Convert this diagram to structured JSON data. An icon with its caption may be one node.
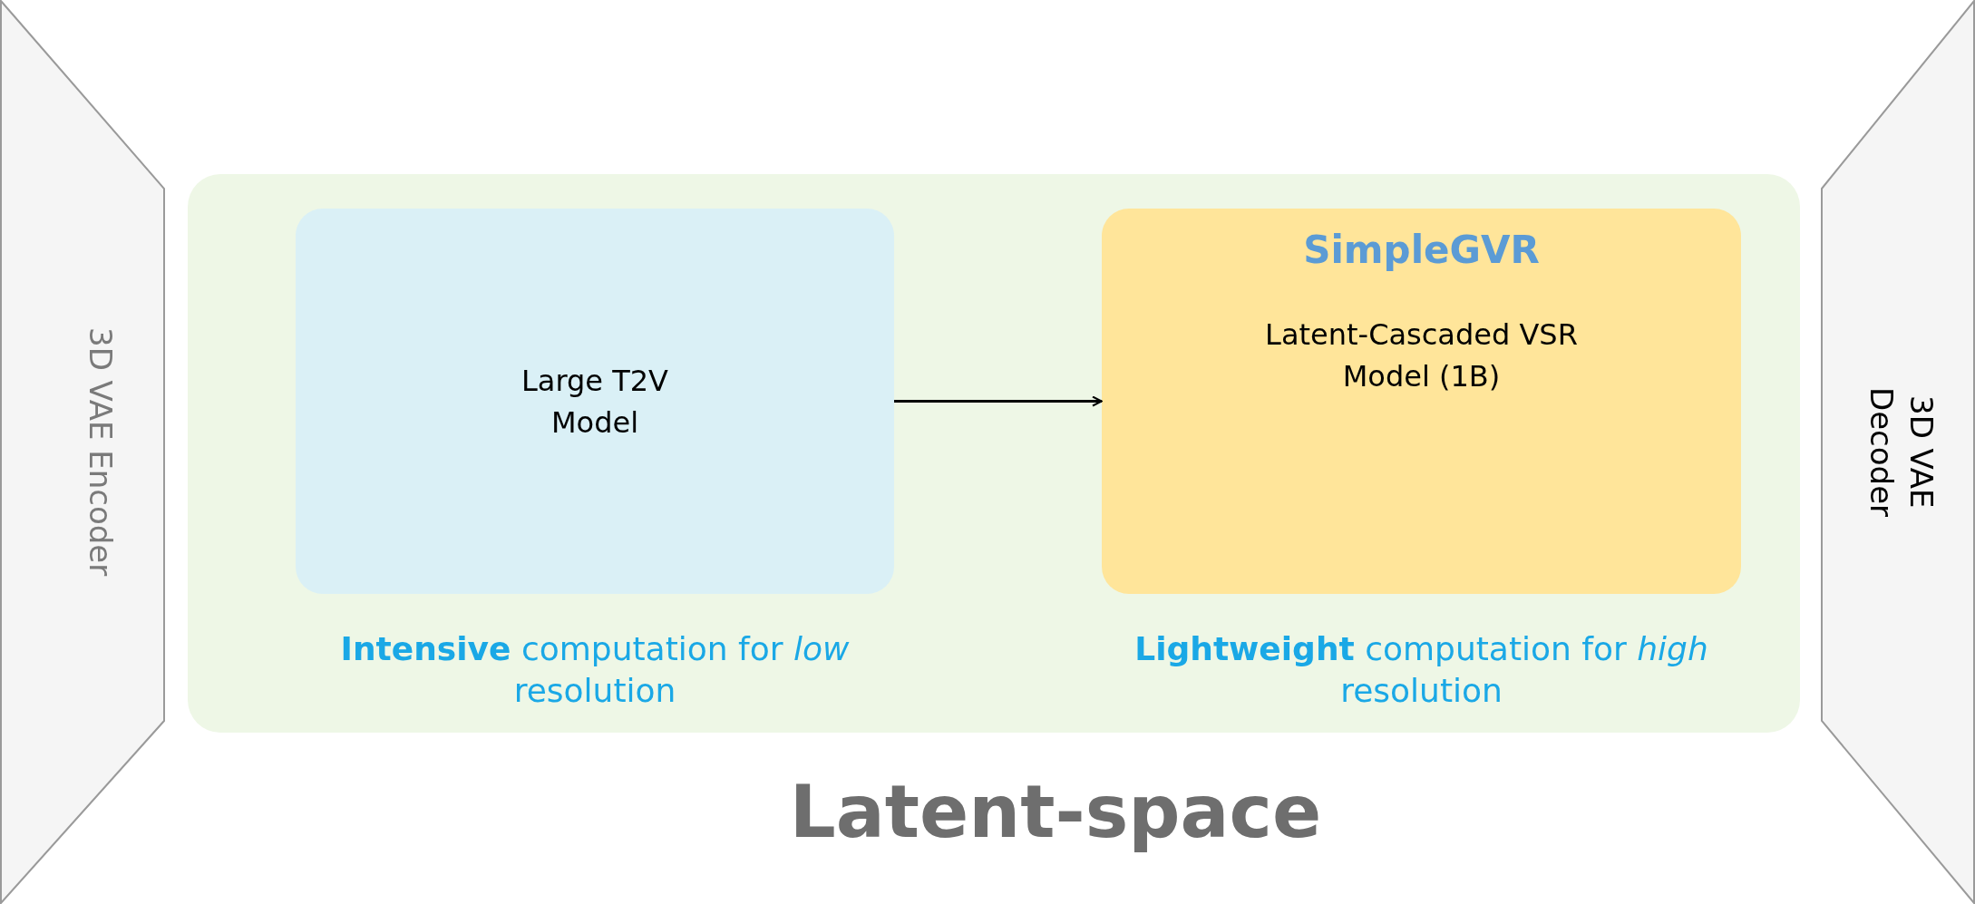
{
  "diagram": {
    "nodes": [
      {
        "text": [
          "3D VAE Encoder"
        ]
      },
      {
        "text": [
          "Latent-space"
        ]
      },
      {
        "text": [
          "Large T2V Model"
        ],
        "in": 1,
        "beside": [
          "**Intensive** computation for *low* resolution"
        ]
      },
      {
        "text": [
          "SimpleGVR",
          "Latent-Cascaded VSR Model (1B)"
        ],
        "in": 1,
        "beside": [
          "**Lightweight** computation for *high* resolution"
        ]
      },
      {
        "text": [
          "3D VAE Decoder"
        ]
      }
    ],
    "edges": [
      {
        "from": 2,
        "to": 3,
        "arrow": "to"
      }
    ]
  }
}
